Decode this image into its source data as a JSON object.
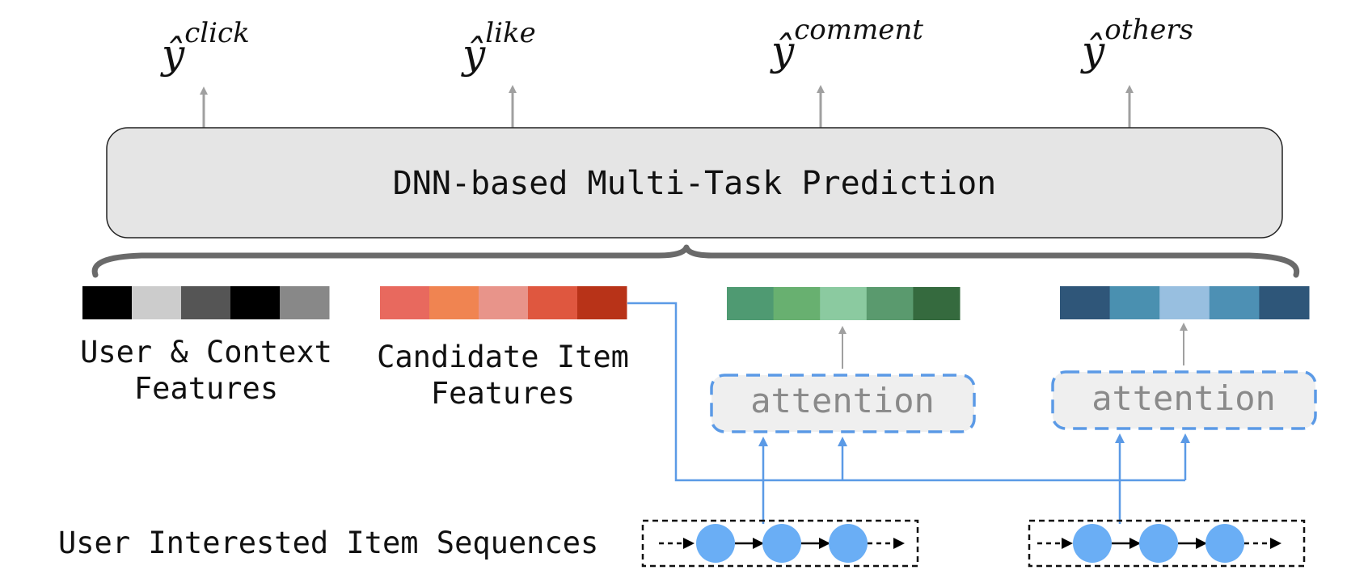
{
  "outputs": [
    {
      "symbol": "ŷ",
      "superscript": "click"
    },
    {
      "symbol": "ŷ",
      "superscript": "like"
    },
    {
      "symbol": "ŷ",
      "superscript": "comment"
    },
    {
      "symbol": "ŷ",
      "superscript": "others"
    }
  ],
  "dnn_box": {
    "label": "DNN-based Multi-Task Prediction"
  },
  "feature_groups": [
    {
      "name": "user-context",
      "label_lines": [
        "User & Context",
        "Features"
      ],
      "colors": [
        "#000000",
        "#cccccc",
        "#555555",
        "#000000",
        "#888888"
      ]
    },
    {
      "name": "candidate-item",
      "label_lines": [
        "Candidate Item",
        "Features"
      ],
      "colors": [
        "#e8695e",
        "#f08451",
        "#e8948a",
        "#df573f",
        "#b83318"
      ]
    },
    {
      "name": "seq-embed-1",
      "label_lines": [],
      "colors": [
        "#4f9a72",
        "#68b070",
        "#8bcaa0",
        "#5a9a6e",
        "#356a3e"
      ]
    },
    {
      "name": "seq-embed-2",
      "label_lines": [],
      "colors": [
        "#2f5679",
        "#4a90b0",
        "#98bfe0",
        "#4d90b4",
        "#2e5679"
      ]
    }
  ],
  "attention_label": "attention",
  "sequences_label": "User Interested Item Sequences",
  "colors": {
    "arrow_gray": "#a0a0a0",
    "link_blue": "#5b9ae6",
    "node_blue": "#6aaef5",
    "box_gray": "#e5e5e5",
    "attention_fill": "#efefef",
    "attention_text": "#8a8a8a",
    "brace_gray": "#6a6a6a"
  }
}
